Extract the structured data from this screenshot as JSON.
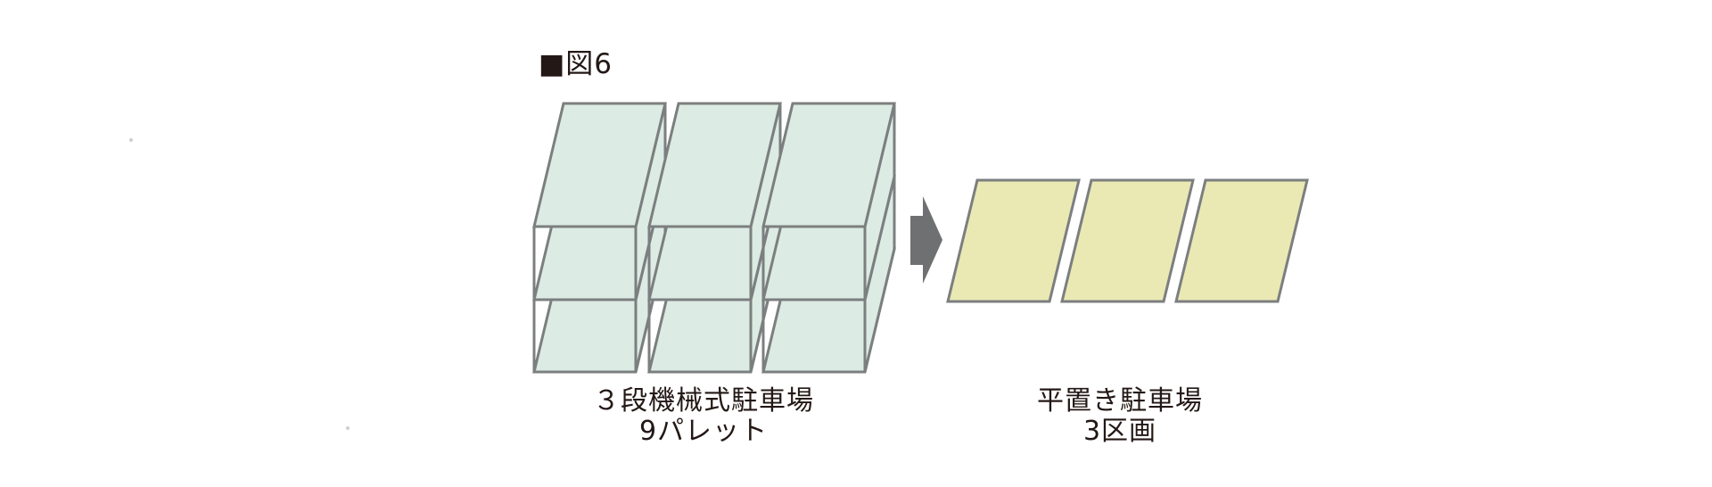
{
  "title": {
    "text": "■図6"
  },
  "diagram": {
    "rack": {
      "label_line1": "３段機械式駐車場",
      "label_line2": "9パレット",
      "columns": 3,
      "levels": 3,
      "pallets": 9,
      "fill": "#dcebe4",
      "stroke": "#7c7f7f"
    },
    "flat": {
      "label_line1": "平置き駐車場",
      "label_line2": "3区画",
      "spaces": 3,
      "fill": "#eae9b4",
      "stroke": "#7c7f7f"
    },
    "arrow": {
      "direction": "right",
      "color": "#6e7071"
    }
  },
  "colors": {
    "background": "#ffffff",
    "text": "#231815",
    "outline": "#7c7f7f"
  }
}
